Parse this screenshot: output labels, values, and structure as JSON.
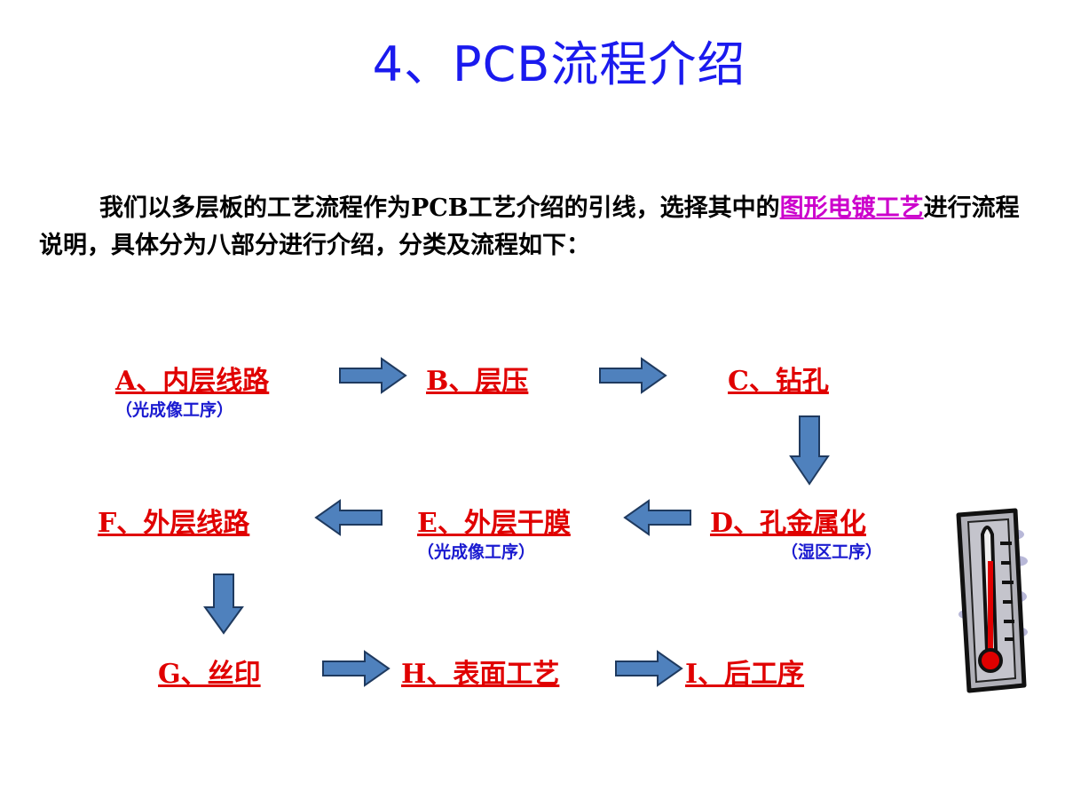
{
  "title": "4、PCB流程介绍",
  "intro": {
    "before_link": "我们以多层板的工艺流程作为PCB工艺介绍的引线，选择其中的",
    "link": "图形电镀工艺",
    "after_link": "进行流程说明，具体分为八部分进行介绍，分类及流程如下："
  },
  "steps": {
    "a": "A、内层线路",
    "b": "B、层压",
    "c": "C、钻孔",
    "d": "D、孔金属化",
    "e": "E、外层干膜",
    "f": "F、外层线路",
    "g": "G、丝印",
    "h": "H、表面工艺",
    "i": "I、后工序"
  },
  "subs": {
    "a": "（光成像工序）",
    "e": "（光成像工序）",
    "d": "（湿区工序）"
  },
  "icons": {
    "arrow": "block-arrow-icon",
    "thermometer": "thermometer-icon"
  },
  "colors": {
    "title": "#1a1aee",
    "step": "#e00000",
    "sub": "#1a1ad0",
    "link": "#cc00cc",
    "arrow": "#4f81bd"
  }
}
